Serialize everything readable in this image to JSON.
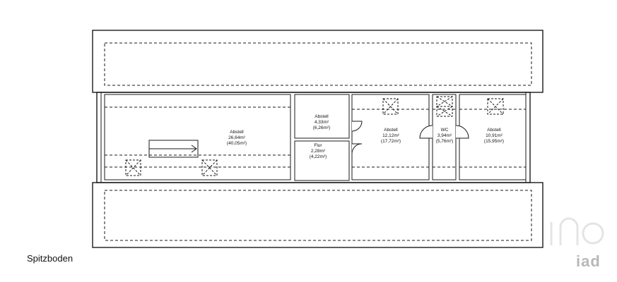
{
  "caption": "Spitzboden",
  "watermark_text": "iad",
  "rooms": [
    {
      "id": "abstell-1",
      "name": "Abstell",
      "area": "26,64m²",
      "gross": "(40,05m²)"
    },
    {
      "id": "abstell-2",
      "name": "Abstell",
      "area": "4,33m²",
      "gross": "(6,26m²)"
    },
    {
      "id": "flur",
      "name": "Flur",
      "area": "2,28m²",
      "gross": "(4,22m²)"
    },
    {
      "id": "abstell-3",
      "name": "Abstell",
      "area": "12,12m²",
      "gross": "(17,72m²)"
    },
    {
      "id": "wc",
      "name": "WC",
      "area": "3,94m²",
      "gross": "(5,76m²)"
    },
    {
      "id": "abstell-4",
      "name": "Abstell",
      "area": "10,91m²",
      "gross": "(15,95m²)"
    }
  ],
  "colors": {
    "line": "#1a1a1a",
    "watermark": "#b8b8b8"
  }
}
